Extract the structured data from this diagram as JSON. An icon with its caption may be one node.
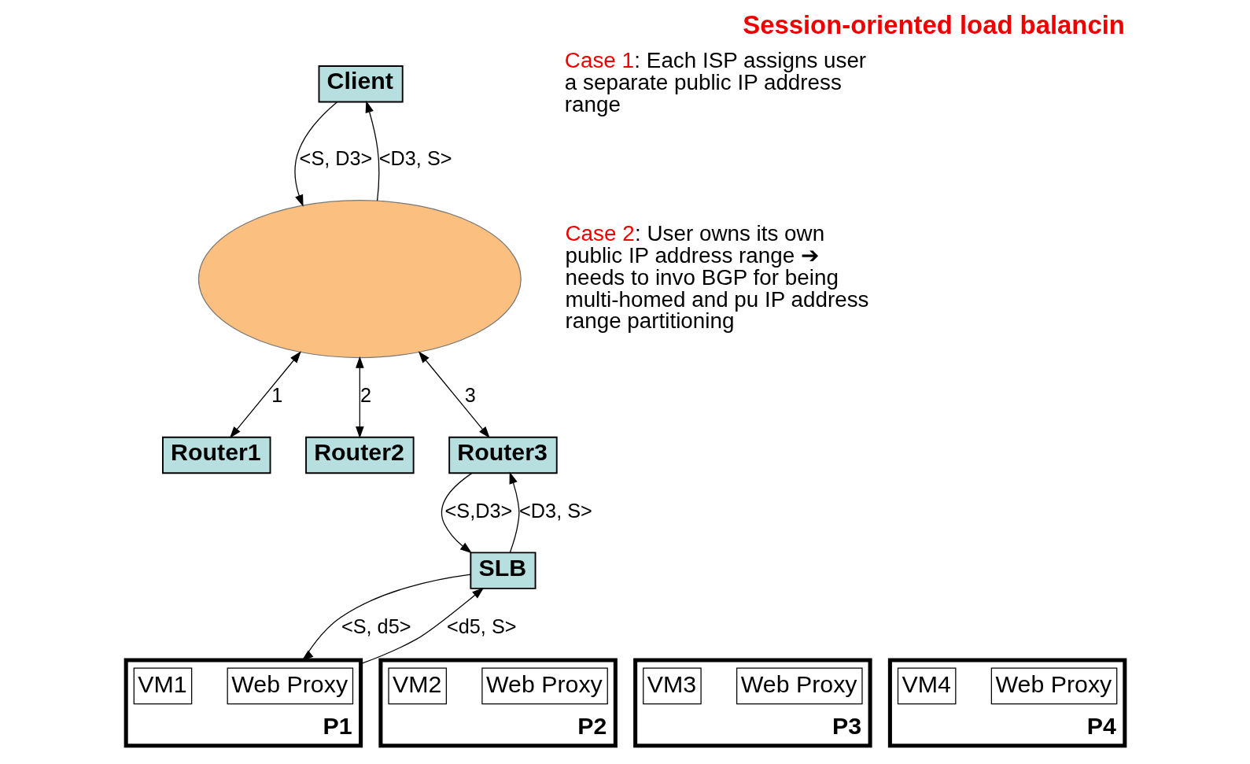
{
  "diagram": {
    "title": "Session-oriented load balancin",
    "nodes": [
      {
        "text": [
          "Client"
        ]
      },
      {
        "text": [],
        "shape": "cloud"
      },
      {
        "text": [
          "Router1"
        ]
      },
      {
        "text": [
          "Router2"
        ]
      },
      {
        "text": [
          "Router3"
        ]
      },
      {
        "text": [
          "SLB"
        ]
      },
      {
        "text": [
          "P1"
        ]
      },
      {
        "text": [
          "Web Proxy"
        ],
        "in": 6
      },
      {
        "text": [
          "VM1"
        ],
        "in": 6
      },
      {
        "text": [
          "P2"
        ]
      },
      {
        "text": [
          "Web Proxy"
        ],
        "in": 9
      },
      {
        "text": [
          "VM2"
        ],
        "in": 9
      },
      {
        "text": [
          "P3"
        ]
      },
      {
        "text": [
          "Web Proxy"
        ],
        "in": 12
      },
      {
        "text": [
          "VM3"
        ],
        "in": 12
      },
      {
        "text": [
          "P4"
        ]
      },
      {
        "text": [
          "Web Proxy"
        ],
        "in": 15
      },
      {
        "text": [
          "VM4"
        ],
        "in": 15
      }
    ],
    "edges": [
      {
        "from": 0,
        "to": 1,
        "arrow": "to",
        "label": "<S, D3>"
      },
      {
        "from": 1,
        "to": 0,
        "arrow": "to",
        "label": "<D3, S>"
      },
      {
        "from": 1,
        "to": 2,
        "arrow": "both",
        "label": "1"
      },
      {
        "from": 1,
        "to": 3,
        "arrow": "both",
        "label": "2"
      },
      {
        "from": 1,
        "to": 4,
        "arrow": "both",
        "label": "3"
      },
      {
        "from": 4,
        "to": 5,
        "arrow": "to",
        "label": "<S,D3>"
      },
      {
        "from": 5,
        "to": 4,
        "arrow": "to",
        "label": "<D3, S>"
      },
      {
        "from": 5,
        "to": 6,
        "arrow": "to",
        "label": "<S, d5>"
      },
      {
        "from": 6,
        "to": 5,
        "arrow": "to",
        "label": "<d5, S>"
      }
    ],
    "labels": [
      "Case 1: Each ISP assigns user a separate public IP address range",
      "Case 2: User owns its own public IP address range ➔ needs to invo BGP for being multi-homed and pu IP address range partitioning"
    ]
  }
}
